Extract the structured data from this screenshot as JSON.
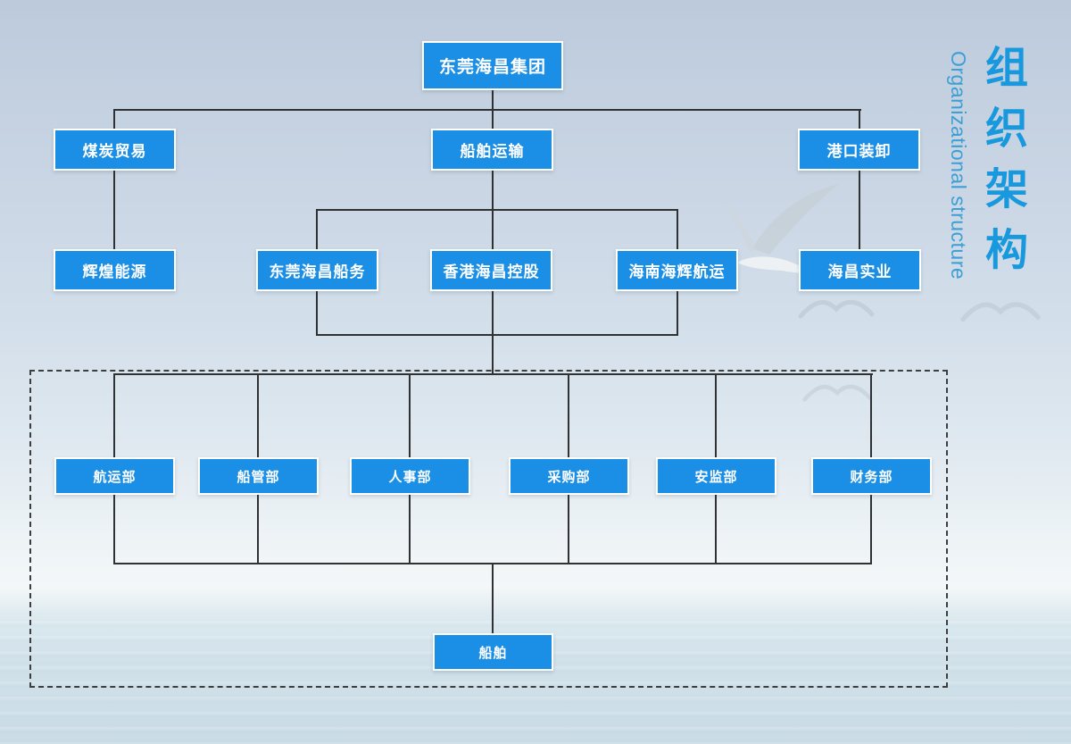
{
  "page_title": {
    "zh": "组织架构",
    "en": "Organizational structure"
  },
  "org_chart": {
    "root": "东莞海昌集团",
    "divisions": [
      "煤炭贸易",
      "船舶运输",
      "港口装卸"
    ],
    "subsidiaries": [
      "辉煌能源",
      "东莞海昌船务",
      "香港海昌控股",
      "海南海辉航运",
      "海昌实业"
    ],
    "departments": [
      "航运部",
      "船管部",
      "人事部",
      "采购部",
      "安监部",
      "财务部"
    ],
    "leaf": "船舶"
  },
  "colors": {
    "node_blue": "#1b8ee6",
    "node_border": "#ffffff",
    "connector": "#2f3133",
    "title_zh_blue": "#1899dd",
    "title_en_blue": "#3d9fd3"
  }
}
